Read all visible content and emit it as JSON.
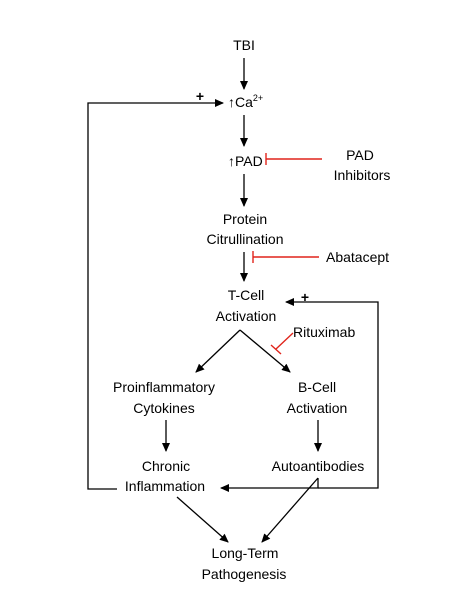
{
  "nodes": {
    "tbi": "TBI",
    "ca_arrow": "↑",
    "ca_text": "Ca",
    "ca_sup": "2+",
    "pad_arrow": "↑",
    "pad_text": "PAD",
    "pad_inhibitors_line1": "PAD",
    "pad_inhibitors_line2": "Inhibitors",
    "protein_line1": "Protein",
    "protein_line2": "Citrullination",
    "abatacept": "Abatacept",
    "tcell_line1": "T-Cell",
    "tcell_line2": "Activation",
    "rituximab": "Rituximab",
    "proinflammatory_line1": "Proinflammatory",
    "proinflammatory_line2": "Cytokines",
    "bcell_line1": "B-Cell",
    "bcell_line2": "Activation",
    "chronic_line1": "Chronic",
    "chronic_line2": "Inflammation",
    "autoantibodies": "Autoantibodies",
    "longterm_line1": "Long-Term",
    "longterm_line2": "Pathogenesis"
  },
  "feedback_signs": {
    "ca_loop": "+",
    "tcell_loop": "+"
  },
  "colors": {
    "arrow": "#000000",
    "inhibition": "#e0241b"
  }
}
